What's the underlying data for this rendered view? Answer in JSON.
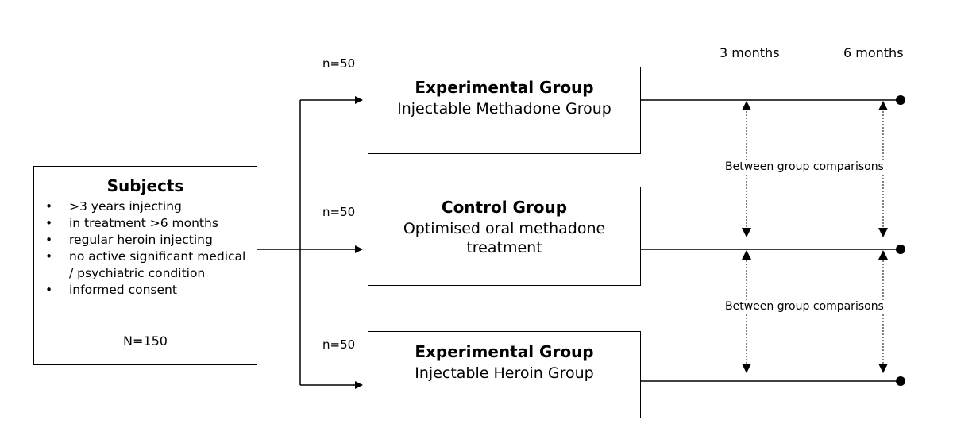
{
  "subjects": {
    "title": "Subjects",
    "bullet_symbol": "•",
    "criteria": [
      ">3 years injecting",
      "in treatment >6 months",
      "regular heroin injecting",
      "no active significant medical / psychiatric condition",
      "informed consent"
    ],
    "total": "N=150"
  },
  "groups": [
    {
      "n": "n=50",
      "title": "Experimental Group",
      "subtitle": "Injectable Methadone Group"
    },
    {
      "n": "n=50",
      "title": "Control Group",
      "subtitle": "Optimised oral methadone treatment"
    },
    {
      "n": "n=50",
      "title": "Experimental Group",
      "subtitle": "Injectable Heroin Group"
    }
  ],
  "timepoints": [
    "3 months",
    "6 months"
  ],
  "comparisons": [
    "Between group comparisons",
    "Between group comparisons"
  ]
}
